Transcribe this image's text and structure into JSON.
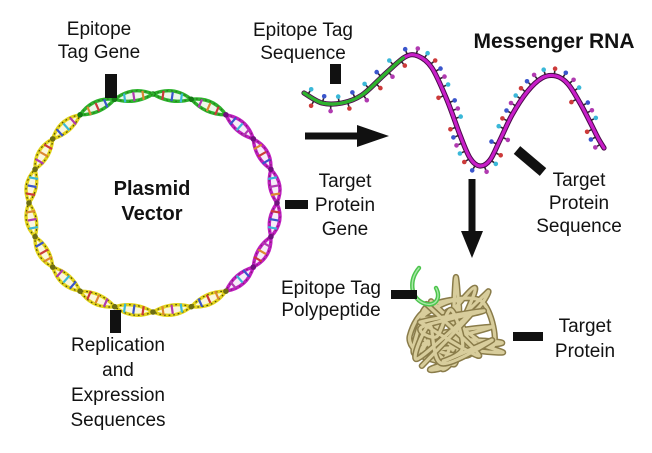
{
  "figure": {
    "background": "#ffffff",
    "labels": {
      "epitope_tag_gene": {
        "lines": [
          "Epitope",
          "Tag Gene"
        ]
      },
      "epitope_tag_sequence": {
        "lines": [
          "Epitope Tag",
          "Sequence"
        ]
      },
      "messenger_rna": "Messenger RNA",
      "plasmid_vector": {
        "lines": [
          "Plasmid",
          "Vector"
        ]
      },
      "target_protein_gene": {
        "lines": [
          "Target",
          "Protein",
          "Gene"
        ]
      },
      "target_protein_sequence": {
        "lines": [
          "Target",
          "Protein",
          "Sequence"
        ]
      },
      "epitope_tag_polypeptide": {
        "lines": [
          "Epitope Tag",
          "Polypeptide"
        ]
      },
      "target_protein": {
        "lines": [
          "Target",
          "Protein"
        ]
      },
      "replication_expression": {
        "lines": [
          "Replication",
          "and",
          "Expression",
          "Sequences"
        ]
      }
    },
    "palette": {
      "ink": "#111111",
      "plasmid_green": "#2db32d",
      "plasmid_magenta": "#c01ec0",
      "plasmid_yellow": "#e3d41c",
      "pinch_green": "#157a15",
      "pinch_magenta": "#70107e",
      "pinch_yellow": "#6e6e12",
      "lens_fill_green": "#ecf7e9",
      "lens_fill_magenta": "#f6ecf8",
      "lens_fill_yellow": "#fbf7dc",
      "rungs": [
        "#cc3a3a",
        "#3a55cc",
        "#3ab8d8",
        "#b03ab0",
        "#dd8833"
      ],
      "mrna_backbone": "#c81ec8",
      "mrna_shadow": "#4a0a4a",
      "mrna_green": "#2db32d",
      "beads": [
        "#3ab8d8",
        "#cc3a3a",
        "#3a55cc",
        "#b03ab0"
      ],
      "bead_stem": "#332233",
      "protein_dark": "#8a7c4a",
      "protein_light": "#d8cd9c",
      "polypeptide_green": "#4cc44c"
    }
  }
}
